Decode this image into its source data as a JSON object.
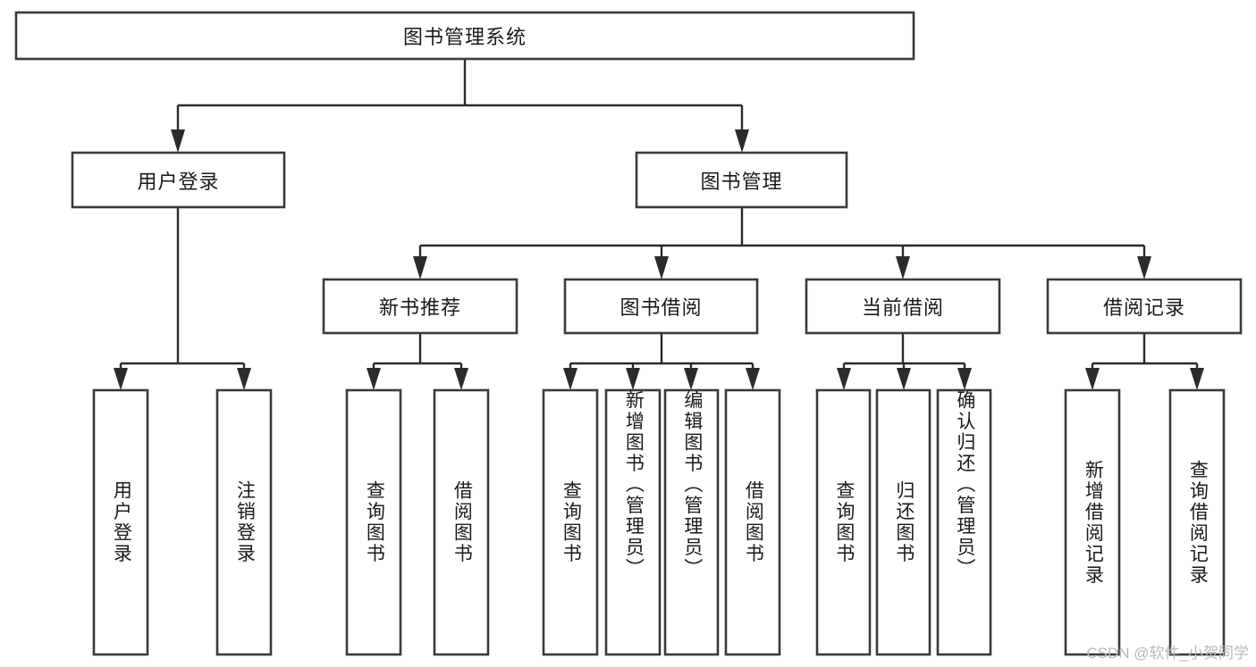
{
  "diagram": {
    "title_node": {
      "label": "图书管理系统",
      "orientation": "horizontal"
    },
    "level2": [
      {
        "label": "用户登录",
        "orientation": "horizontal"
      },
      {
        "label": "图书管理",
        "orientation": "horizontal"
      }
    ],
    "level3": [
      {
        "label": "新书推荐",
        "orientation": "horizontal"
      },
      {
        "label": "图书借阅",
        "orientation": "horizontal"
      },
      {
        "label": "当前借阅",
        "orientation": "horizontal"
      },
      {
        "label": "借阅记录",
        "orientation": "horizontal"
      }
    ],
    "leaves": {
      "user_login": [
        {
          "label": "用户登录",
          "orientation": "vertical"
        },
        {
          "label": "注销登录",
          "orientation": "vertical"
        }
      ],
      "new_book_recommend": [
        {
          "label": "查询图书",
          "orientation": "vertical"
        },
        {
          "label": "借阅图书",
          "orientation": "vertical"
        }
      ],
      "book_borrow": [
        {
          "label": "查询图书",
          "orientation": "vertical"
        },
        {
          "label": "新增图书（管理员）",
          "orientation": "vertical"
        },
        {
          "label": "编辑图书（管理员）",
          "orientation": "vertical"
        },
        {
          "label": "借阅图书",
          "orientation": "vertical"
        }
      ],
      "current_borrow": [
        {
          "label": "查询图书",
          "orientation": "vertical"
        },
        {
          "label": "归还图书",
          "orientation": "vertical"
        },
        {
          "label": "确认归还（管理员）",
          "orientation": "vertical"
        }
      ],
      "borrow_record": [
        {
          "label": "新增借阅记录",
          "orientation": "vertical"
        },
        {
          "label": "查询借阅记录",
          "orientation": "vertical"
        }
      ]
    },
    "watermark": "CSDN @软件_小贺同学",
    "colors": {
      "box_stroke": "#3a3a3a",
      "box_fill": "#ffffff",
      "edge": "#2b2b2b",
      "text": "#1a1a1a",
      "watermark": "#b9b9b9",
      "background": "#ffffff"
    }
  }
}
